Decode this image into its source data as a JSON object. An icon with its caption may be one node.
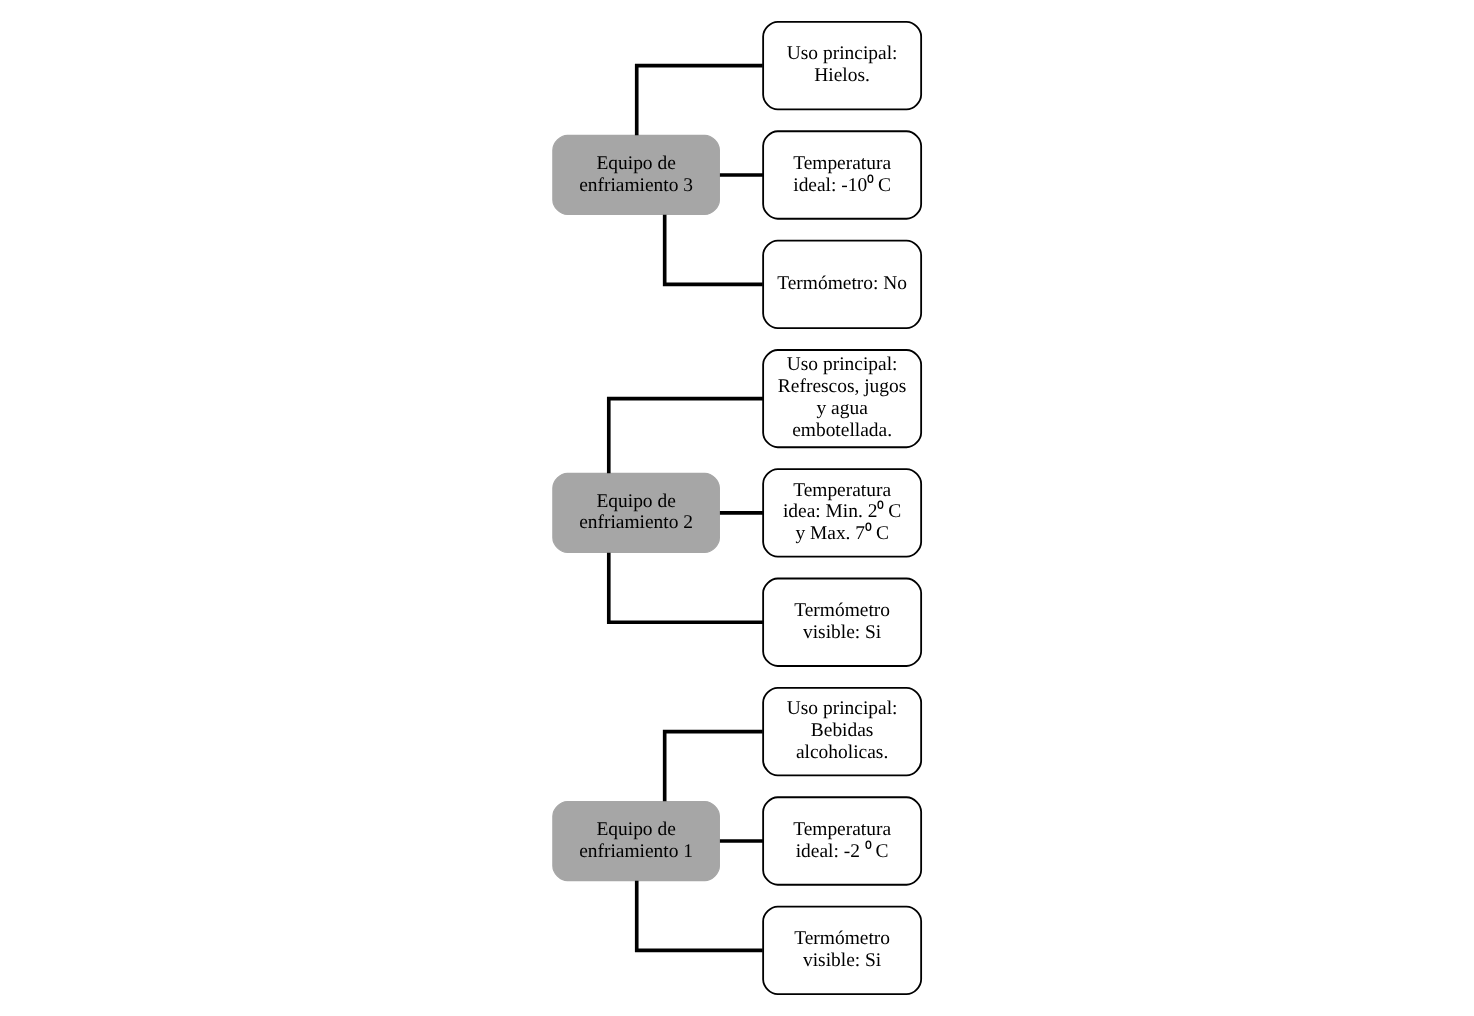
{
  "diagram": {
    "nodes": [
      {
        "text": [
          "Equipo de enfriamiento 1"
        ]
      },
      {
        "text": [
          "Uso principal: Bebidas alcoholicas."
        ]
      },
      {
        "text": [
          "Temperatura ideal: -2 ⁰ C"
        ]
      },
      {
        "text": [
          "Termómetro visible: Si"
        ]
      },
      {
        "text": [
          "Equipo de enfriamiento 2"
        ]
      },
      {
        "text": [
          "Uso principal: Refrescos, jugos y agua embotellada."
        ]
      },
      {
        "text": [
          "Temperatura idea: Min. 2⁰ C y Max. 7⁰ C"
        ]
      },
      {
        "text": [
          "Termómetro visible: Si"
        ]
      },
      {
        "text": [
          "Equipo de enfriamiento 3"
        ]
      },
      {
        "text": [
          "Uso principal: Hielos."
        ]
      },
      {
        "text": [
          "Temperatura ideal: -10⁰ C"
        ]
      },
      {
        "text": [
          "Termómetro: No"
        ]
      }
    ],
    "edges": [
      {
        "from": 0,
        "to": 1,
        "arrow": "none"
      },
      {
        "from": 0,
        "to": 2,
        "arrow": "none"
      },
      {
        "from": 0,
        "to": 3,
        "arrow": "none"
      },
      {
        "from": 4,
        "to": 5,
        "arrow": "none"
      },
      {
        "from": 4,
        "to": 6,
        "arrow": "none"
      },
      {
        "from": 4,
        "to": 7,
        "arrow": "none"
      },
      {
        "from": 8,
        "to": 9,
        "arrow": "none"
      },
      {
        "from": 8,
        "to": 10,
        "arrow": "none"
      },
      {
        "from": 8,
        "to": 11,
        "arrow": "none"
      }
    ]
  }
}
